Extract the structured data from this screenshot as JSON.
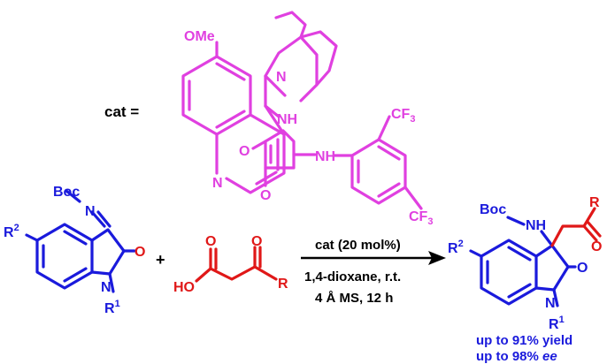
{
  "colors": {
    "catalyst": "#e040e0",
    "reactant": "#1a1adc",
    "acid": "#e01818",
    "black": "#000000"
  },
  "catalyst": {
    "cat_label": "cat =",
    "ome": "OMe",
    "n_quinoline": "N",
    "n_quinuclidine": "N",
    "nh_top": "NH",
    "nh_right": "NH",
    "o_left": "O",
    "o_bottom": "O",
    "cf3_a_main": "CF",
    "cf3_a_sub": "3",
    "cf3_b_main": "CF",
    "cf3_b_sub": "3"
  },
  "reactant1": {
    "boc": "Boc",
    "n_imine": "N",
    "r2_main": "R",
    "r2_sup": "2",
    "o": "O",
    "n_ring": "N",
    "r1_main": "R",
    "r1_sup": "1"
  },
  "plus": "+",
  "reactant2": {
    "ho": "HO",
    "o_acid": "O",
    "o_ketone": "O",
    "r": "R"
  },
  "conditions": {
    "above": "cat (20 mol%)",
    "below1": "1,4-dioxane, r.t.",
    "below2": "4 Å MS, 12 h"
  },
  "product": {
    "boc": "Boc",
    "nh": "NH",
    "r": "R",
    "o_ketone": "O",
    "r2_main": "R",
    "r2_sup": "2",
    "o": "O",
    "n_ring": "N",
    "r1_main": "R",
    "r1_sup": "1"
  },
  "results": {
    "line1": "up to 91% yield",
    "line2_prefix": "up to 98% ",
    "line2_italic": "ee"
  }
}
